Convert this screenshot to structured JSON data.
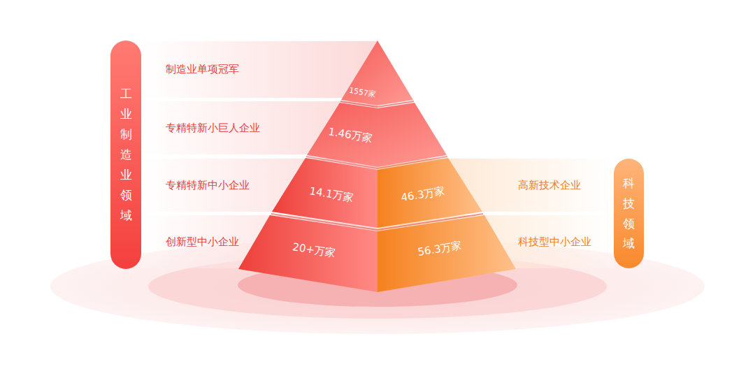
{
  "diagram": {
    "nodes": [
      {
        "text": [
          "工业制造业领域"
        ]
      },
      {
        "text": [
          "制造业单项冠军"
        ]
      },
      {
        "text": [
          "专精特新小巨人企业"
        ]
      },
      {
        "text": [
          "专精特新中小企业"
        ]
      },
      {
        "text": [
          "创新型中小企业"
        ]
      },
      {
        "text": [
          "1557家"
        ]
      },
      {
        "text": [
          "1.46万家"
        ]
      },
      {
        "text": [
          "14.1万家"
        ]
      },
      {
        "text": [
          "46.3万家"
        ]
      },
      {
        "text": [
          "20+万家"
        ]
      },
      {
        "text": [
          "56.3万家"
        ]
      },
      {
        "text": [
          "高新技术企业"
        ]
      },
      {
        "text": [
          "科技型中小企业"
        ]
      },
      {
        "text": [
          "科技领域"
        ]
      }
    ]
  }
}
